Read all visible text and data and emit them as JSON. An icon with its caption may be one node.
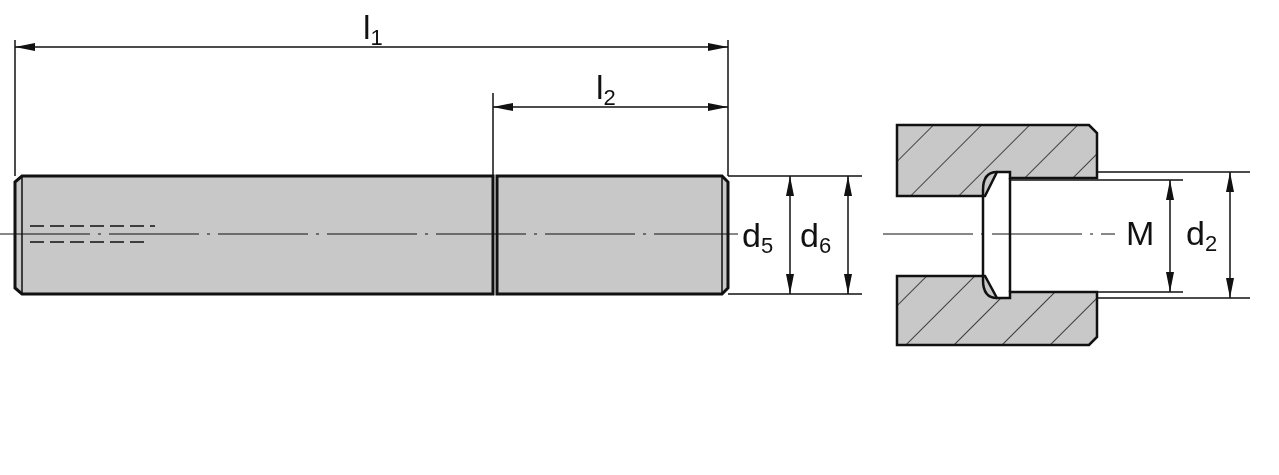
{
  "diagram": {
    "labels": [
      "l$_{1}$",
      "l$_{2}$",
      "d$_{5}$",
      "d$_{6}$",
      "M",
      "d$_{2}$"
    ]
  }
}
